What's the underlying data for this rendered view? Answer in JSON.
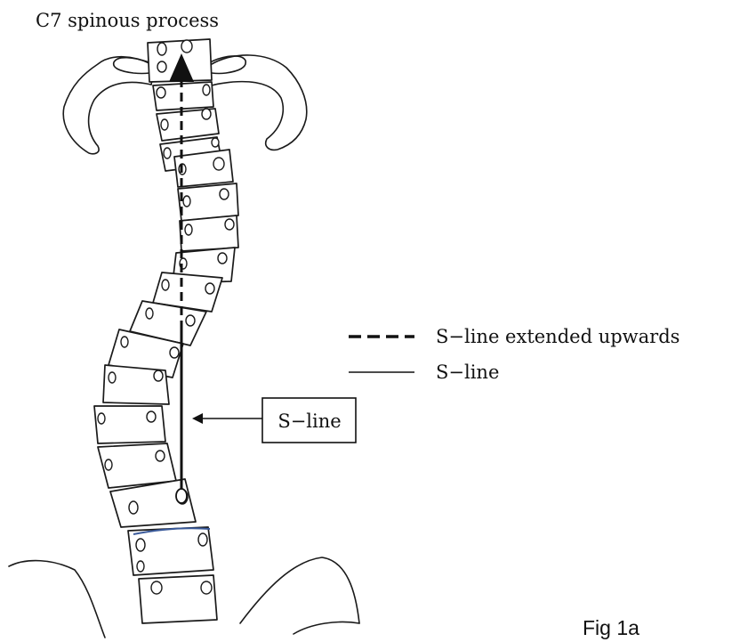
{
  "figure": {
    "title_label": "C7 spinous process",
    "caption": "Fig 1a",
    "callout_label": "S−line"
  },
  "legend": {
    "items": [
      {
        "style": "dashed",
        "label": "S−line extended upwards"
      },
      {
        "style": "solid",
        "label": "S−line"
      }
    ]
  },
  "colors": {
    "ink": "#1a1a1a",
    "accent_line": "#3a5a9a",
    "background": "#ffffff"
  }
}
